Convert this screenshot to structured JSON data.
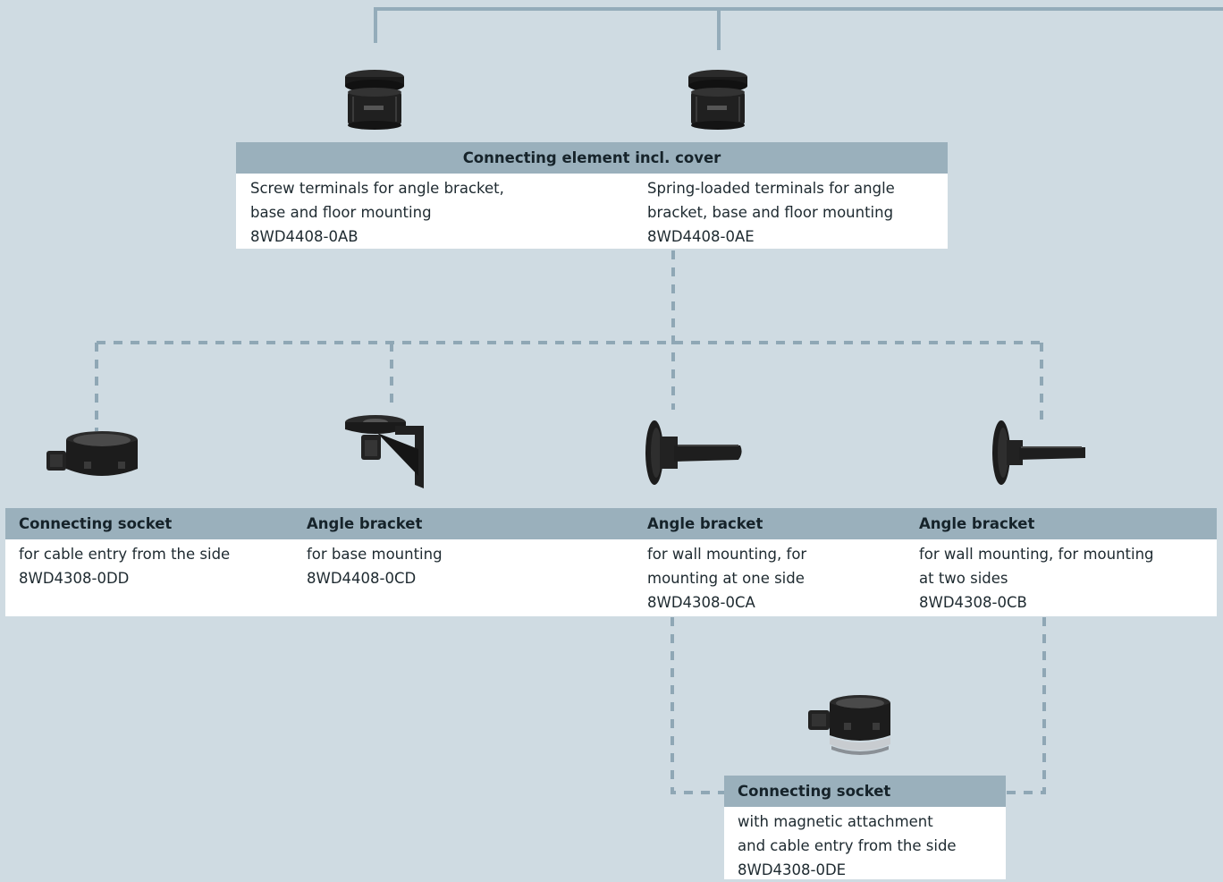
{
  "colors": {
    "background": "#cfdbe2",
    "header_bar": "#9ab0bc",
    "solid_line": "#94acba",
    "dashed_line": "#8fa7b5",
    "product": "#1c1c1c"
  },
  "top_group": {
    "header": "Connecting element incl. cover",
    "items": [
      {
        "lines": [
          "Screw terminals for angle bracket,",
          "base and floor mounting"
        ],
        "code": "8WD4408-0AB",
        "image": "connecting-element-cover-icon"
      },
      {
        "lines": [
          "Spring-loaded terminals for angle",
          "bracket, base and floor mounting"
        ],
        "code": "8WD4408-0AE",
        "image": "connecting-element-cover-icon"
      }
    ]
  },
  "middle_group": {
    "items": [
      {
        "title": "Connecting socket",
        "lines": [
          "for cable entry from the side"
        ],
        "code": "8WD4308-0DD",
        "image": "connecting-socket-icon"
      },
      {
        "title": "Angle bracket",
        "lines": [
          "for base mounting"
        ],
        "code": "8WD4408-0CD",
        "image": "angle-bracket-base-icon"
      },
      {
        "title": "Angle bracket",
        "lines": [
          "for wall mounting, for",
          "mounting at one side"
        ],
        "code": "8WD4308-0CA",
        "image": "angle-bracket-wall-one-side-icon"
      },
      {
        "title": "Angle bracket",
        "lines": [
          "for wall mounting, for mounting",
          "at two sides"
        ],
        "code": "8WD4308-0CB",
        "image": "angle-bracket-wall-two-sides-icon"
      }
    ]
  },
  "bottom_group": {
    "title": "Connecting socket",
    "lines": [
      "with magnetic attachment",
      "and cable entry from the side"
    ],
    "code": "8WD4308-0DE",
    "image": "magnetic-socket-icon"
  }
}
